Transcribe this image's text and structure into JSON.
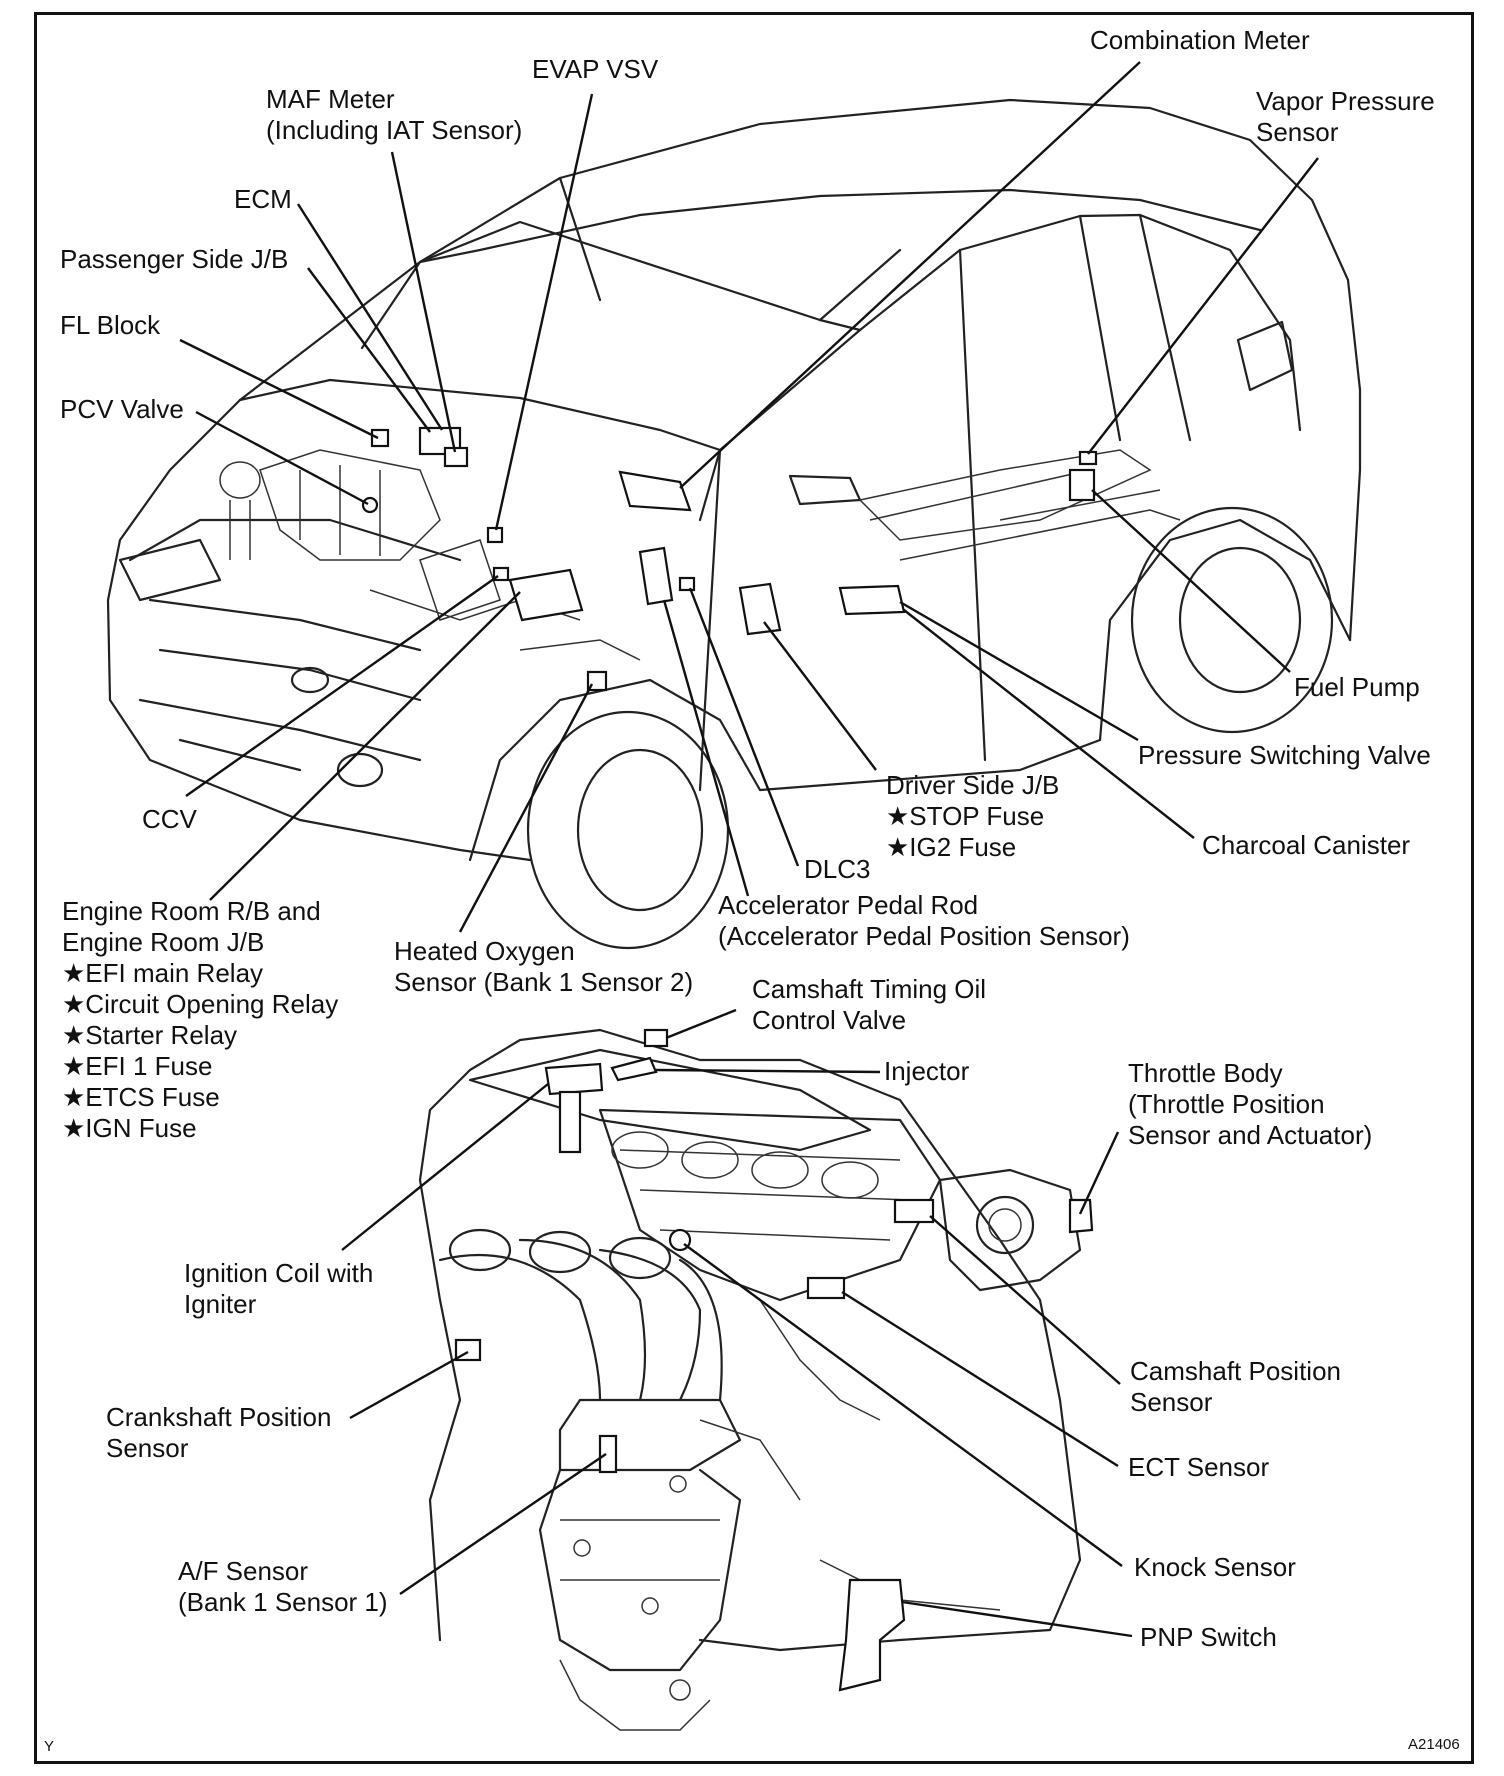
{
  "labels": {
    "combination_meter": [
      "Combination Meter"
    ],
    "evap_vsv": [
      "EVAP VSV"
    ],
    "maf_meter": [
      "MAF Meter",
      "(Including IAT Sensor)"
    ],
    "vapor_pressure_sensor": [
      "Vapor Pressure",
      "Sensor"
    ],
    "ecm": [
      "ECM"
    ],
    "passenger_jb": [
      "Passenger Side J/B"
    ],
    "fl_block": [
      "FL Block"
    ],
    "pcv_valve": [
      "PCV Valve"
    ],
    "fuel_pump": [
      "Fuel Pump"
    ],
    "pressure_switching_valve": [
      "Pressure Switching Valve"
    ],
    "ccv": [
      "CCV"
    ],
    "driver_jb": [
      "Driver Side J/B",
      "★STOP Fuse",
      "★IG2 Fuse"
    ],
    "charcoal_canister": [
      "Charcoal Canister"
    ],
    "dlc3": [
      "DLC3"
    ],
    "accel_pedal_rod": [
      "Accelerator Pedal Rod",
      "(Accelerator Pedal Position Sensor)"
    ],
    "engine_room_rb": [
      "Engine Room R/B and",
      "Engine Room J/B",
      "★EFI main Relay",
      "★Circuit Opening Relay",
      "★Starter Relay",
      "★EFI 1 Fuse",
      "★ETCS Fuse",
      "★IGN Fuse"
    ],
    "heated_oxygen": [
      "Heated Oxygen",
      "Sensor (Bank 1 Sensor 2)"
    ],
    "camshaft_timing_ocv": [
      "Camshaft Timing Oil",
      "Control Valve"
    ],
    "injector": [
      "Injector"
    ],
    "throttle_body": [
      "Throttle Body",
      "(Throttle Position",
      "Sensor and Actuator)"
    ],
    "ignition_coil": [
      "Ignition Coil with",
      "Igniter"
    ],
    "camshaft_position": [
      "Camshaft Position",
      "Sensor"
    ],
    "crankshaft_position": [
      "Crankshaft Position",
      "Sensor"
    ],
    "ect_sensor": [
      "ECT Sensor"
    ],
    "af_sensor": [
      "A/F Sensor",
      "(Bank 1 Sensor 1)"
    ],
    "knock_sensor": [
      "Knock Sensor"
    ],
    "pnp_switch": [
      "PNP Switch"
    ]
  },
  "corner_marks": {
    "bottom_left": "Y",
    "bottom_right": "A21406"
  }
}
